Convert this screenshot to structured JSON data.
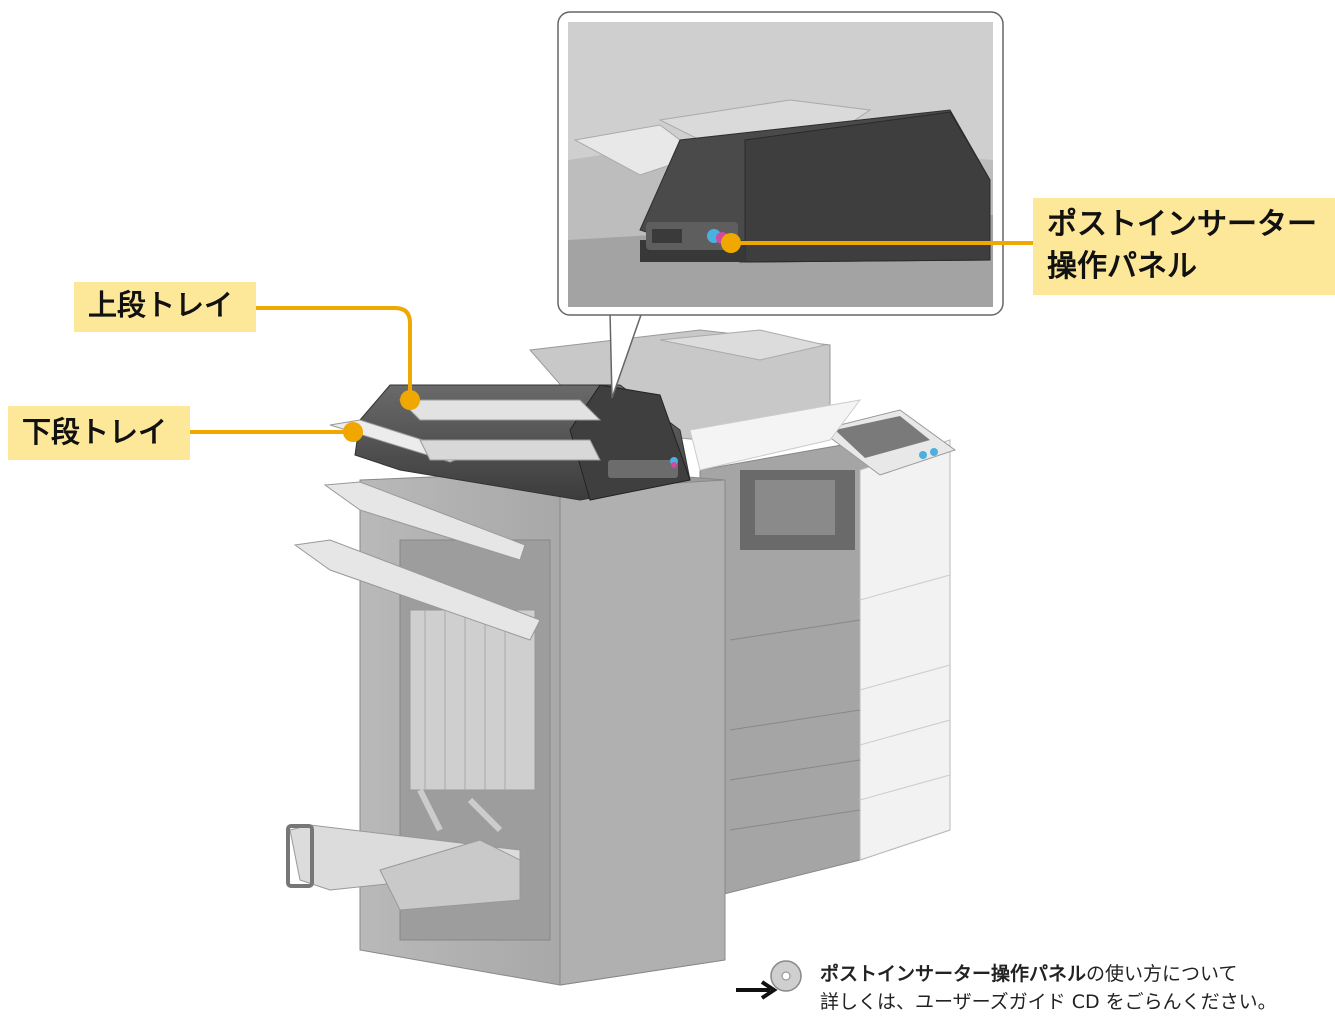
{
  "callouts": {
    "upper_tray": "上段トレイ",
    "lower_tray": "下段トレイ",
    "post_inserter_panel_line1": "ポストインサーター",
    "post_inserter_panel_line2": "操作パネル"
  },
  "note": {
    "bold": "ポストインサーター操作パネル",
    "rest_line1": "の使い方について",
    "line2": "詳しくは、ユーザーズガイド CD をごらんください。"
  },
  "colors": {
    "callout_bg": "#fde89a",
    "leader_line": "#f0a800",
    "machine_body": "#a9a9a9",
    "machine_dark": "#4a4a4a"
  },
  "icons": [
    "arrow-right-icon",
    "cd-disc-icon"
  ]
}
